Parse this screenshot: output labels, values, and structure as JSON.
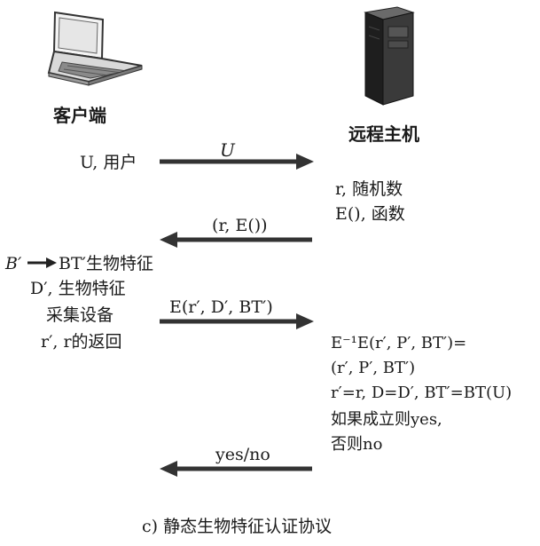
{
  "nodes": {
    "client": {
      "label": "客户端",
      "icon": "laptop-icon"
    },
    "host": {
      "label": "远程主机",
      "icon": "server-tower-icon"
    }
  },
  "messages": [
    {
      "label": "U",
      "direction": "client-to-host"
    },
    {
      "label": "(r, E())",
      "direction": "host-to-client"
    },
    {
      "label": "E(r′, D′, BT′)",
      "direction": "client-to-host"
    },
    {
      "label": "yes/no",
      "direction": "host-to-client"
    }
  ],
  "client_notes": {
    "user": "U, 用户",
    "bio_prefix": "B′",
    "bio_suffix": "BT′生物特征",
    "device_line1": "D′, 生物特征",
    "device_line2": "采集设备",
    "return_line": "r′, r的返回"
  },
  "host_notes": {
    "random": "r, 随机数",
    "function": "E(), 函数",
    "verify_line1": "E⁻¹E(r′, P′, BT′)=",
    "verify_line2": "(r′, P′, BT′)",
    "verify_line3": "r′=r, D=D′, BT′=BT(U)",
    "verify_line4": "如果成立则yes,",
    "verify_line5": "否则no"
  },
  "caption": "c) 静态生物特征认证协议"
}
